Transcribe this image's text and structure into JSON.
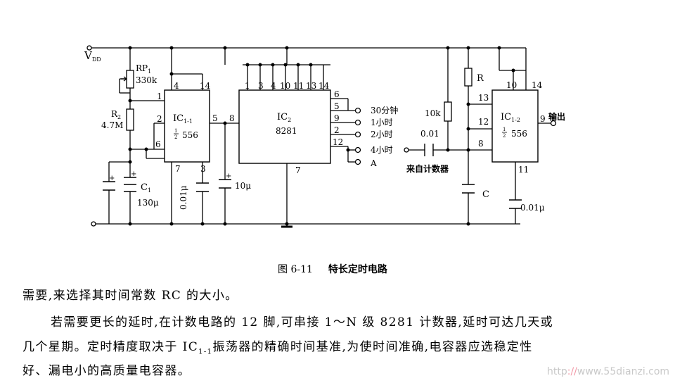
{
  "figure": {
    "caption_number": "图 6-11",
    "caption_title": "特长定时电路"
  },
  "circuit": {
    "vdd": "V",
    "vdd_sub": "DD",
    "rp1": "RP",
    "rp1_sub": "1",
    "rp1_value": "330k",
    "r2": "R",
    "r2_sub": "2",
    "r2_value": "4.7M",
    "c1": "C",
    "c1_sub": "1",
    "c1_value": "130μ",
    "cap_left": "0.01μ",
    "cap_mid": "10μ",
    "ic1_1_name": "IC",
    "ic1_1_sub": "1-1",
    "ic1_1_frac_num": "1",
    "ic1_1_frac_den": "2",
    "ic1_1_part": "556",
    "ic2_name": "IC",
    "ic2_sub": "2",
    "ic2_part": "8281",
    "ic1_2_name": "IC",
    "ic1_2_sub": "1-2",
    "ic1_2_frac_num": "1",
    "ic1_2_frac_den": "2",
    "ic1_2_part": "556",
    "outputs": [
      "30分钟",
      "1小时",
      "2小时",
      "4小时",
      "A"
    ],
    "r_right": "R",
    "r_10k": "10k",
    "cap_coupling": "0.01",
    "from_counter": "来自计数器",
    "c_right": "C",
    "cap_right": "0.01μ",
    "output_label": "输出",
    "pins": {
      "ic1_1": [
        "4",
        "14",
        "1",
        "2",
        "6",
        "5",
        "7",
        "3"
      ],
      "ic2_top": [
        "1",
        "3",
        "4",
        "10",
        "11",
        "13",
        "14"
      ],
      "ic2_left": "8",
      "ic2_bottom": "7",
      "ic2_right": [
        "6",
        "5",
        "9",
        "2",
        "12"
      ],
      "ic1_2": [
        "10",
        "14",
        "13",
        "12",
        "8",
        "9",
        "11"
      ]
    }
  },
  "text": {
    "line1": "需要,来选择其时间常数 RC 的大小。",
    "line2": "若需要更长的延时,在计数电路的 12 脚,可串接 1～N 级 8281 计数器,延时可达几天或",
    "line3_pre": "几个星期。定时精度取决于 IC",
    "line3_sub": "1-1",
    "line3_post": "振荡器的精确时间基准,为使时间准确,电容器应选稳定性",
    "line4": "好、漏电小的高质量电容器。"
  },
  "watermark": {
    "prefix": "http",
    "sep": "://",
    "site": "www.55dianzi.com"
  }
}
